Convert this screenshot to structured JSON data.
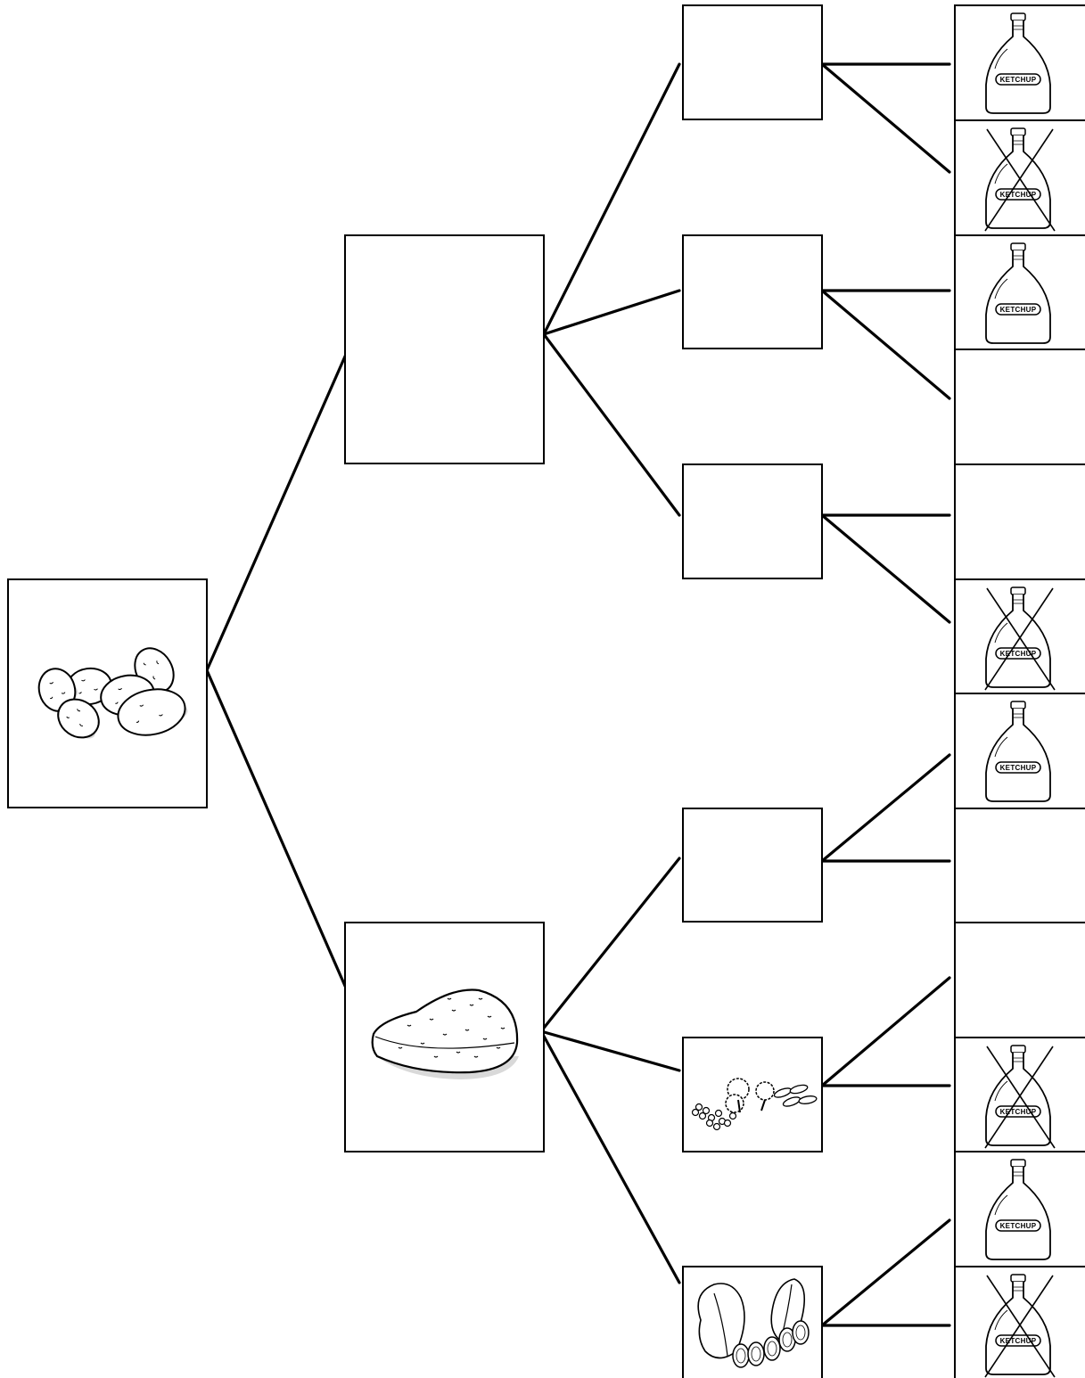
{
  "diagram": {
    "type": "tree-diagram",
    "ink_color": "#000000",
    "background_color": "#ffffff",
    "shadow_color": "#d9d9d9",
    "bottle_label_text": "KETCHUP",
    "level_1": {
      "box": "potatoes",
      "icon": "potatoes-icon"
    },
    "level_2": [
      {
        "box": "empty",
        "icon": null
      },
      {
        "box": "mashed-potato",
        "icon": "mashed-potato-icon"
      }
    ],
    "level_3": [
      {
        "parent": 0,
        "icon": null
      },
      {
        "parent": 0,
        "icon": null
      },
      {
        "parent": 0,
        "icon": null
      },
      {
        "parent": 1,
        "icon": null
      },
      {
        "parent": 1,
        "icon": "mixed-vegetables-icon"
      },
      {
        "parent": 1,
        "icon": "salad-icon"
      }
    ],
    "level_4": [
      {
        "parent": 0,
        "icon": "ketchup-bottle-icon",
        "crossed_out": false
      },
      {
        "parent": 0,
        "icon": "ketchup-bottle-icon",
        "crossed_out": true
      },
      {
        "parent": 1,
        "icon": "ketchup-bottle-icon",
        "crossed_out": false
      },
      {
        "parent": 1,
        "icon": null,
        "crossed_out": false
      },
      {
        "parent": 2,
        "icon": null,
        "crossed_out": false
      },
      {
        "parent": 2,
        "icon": "ketchup-bottle-icon",
        "crossed_out": true
      },
      {
        "parent": 3,
        "icon": "ketchup-bottle-icon",
        "crossed_out": false
      },
      {
        "parent": 3,
        "icon": null,
        "crossed_out": false
      },
      {
        "parent": 4,
        "icon": null,
        "crossed_out": false
      },
      {
        "parent": 4,
        "icon": "ketchup-bottle-icon",
        "crossed_out": true
      },
      {
        "parent": 5,
        "icon": "ketchup-bottle-icon",
        "crossed_out": false
      },
      {
        "parent": 5,
        "icon": "ketchup-bottle-icon",
        "crossed_out": true
      }
    ]
  }
}
